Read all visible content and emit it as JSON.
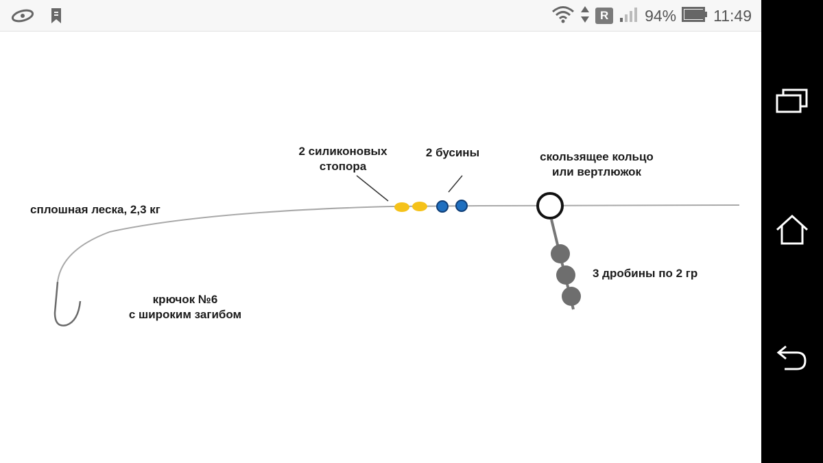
{
  "status_bar": {
    "battery": "94%",
    "time": "11:49",
    "network_badge": "R",
    "left_icons": [
      "eye-brand-icon",
      "bookmark-app-icon"
    ],
    "right_icons": [
      "wifi-icon",
      "data-arrows-icon",
      "signal-icon",
      "battery-icon"
    ]
  },
  "nav_bar": {
    "buttons": [
      "recent-apps-icon",
      "home-icon",
      "back-icon"
    ]
  },
  "diagram": {
    "labels": {
      "line": "сплошная леска, 2,3 кг",
      "stoppers_1": "2 силиконовых",
      "stoppers_2": "стопора",
      "beads": "2 бусины",
      "ring_1": "скользящее кольцо",
      "ring_2": "или вертлюжок",
      "shot": "3 дробины по 2 гр",
      "hook_1": "крючок №6",
      "hook_2": "с широким загибом"
    },
    "colors": {
      "line": "#a8a8a8",
      "stopper": "#f5c21a",
      "bead": "#1f6fbf",
      "bead_outline": "#0f3d75",
      "ring": "#111111",
      "shot": "#6e6e6e",
      "hook": "#6a6a6a"
    }
  }
}
